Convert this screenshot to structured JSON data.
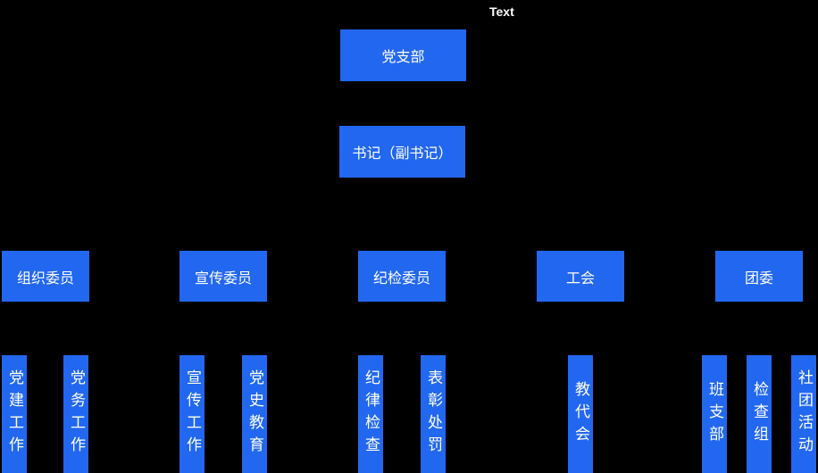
{
  "canvas": {
    "background": "#000000",
    "node_color": "#2267f0",
    "text_color": "#ffffff"
  },
  "stray_label": "Text",
  "org": {
    "root": "党支部",
    "secretary": "书记（副书记）",
    "committees": [
      {
        "label": "组织委员",
        "children": [
          "党建工作",
          "党务工作"
        ]
      },
      {
        "label": "宣传委员",
        "children": [
          "宣传工作",
          "党史教育"
        ]
      },
      {
        "label": "纪检委员",
        "children": [
          "纪律检查",
          "表彰处罚"
        ]
      },
      {
        "label": "工会",
        "children": [
          "教代会"
        ]
      },
      {
        "label": "团委",
        "children": [
          "班支部",
          "检查组",
          "社团活动"
        ]
      }
    ]
  }
}
